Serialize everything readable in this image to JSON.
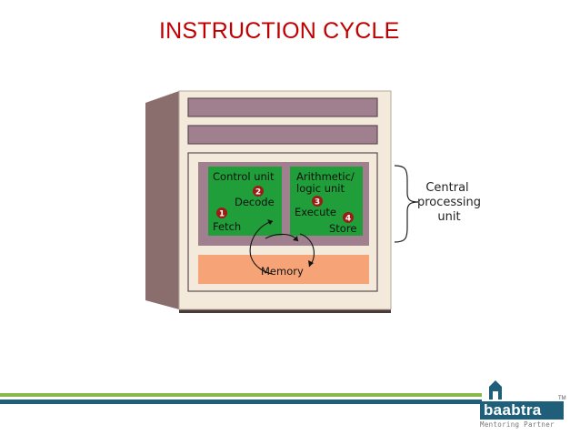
{
  "title": "INSTRUCTION CYCLE",
  "diagram": {
    "control_unit_label": "Control unit",
    "alu_label_line1": "Arithmetic/",
    "alu_label_line2": "logic unit",
    "steps": [
      {
        "number": "1",
        "label": "Fetch"
      },
      {
        "number": "2",
        "label": "Decode"
      },
      {
        "number": "3",
        "label": "Execute"
      },
      {
        "number": "4",
        "label": "Store"
      }
    ],
    "memory_label": "Memory",
    "cpu_label_line1": "Central",
    "cpu_label_line2": "processing",
    "cpu_label_line3": "unit"
  },
  "logo": {
    "name": "baabtra",
    "tm": "TM",
    "tagline": "Mentoring Partner"
  },
  "colors": {
    "title": "#c00000",
    "unit_green": "#1f9e3a",
    "memory_orange": "#f6a477",
    "cabinet": "#f3eadb",
    "panel_mauve": "#a07f8e",
    "footer_green": "#8bb84a",
    "footer_blue": "#1f5f7a",
    "badge_red": "#9c1b14"
  }
}
